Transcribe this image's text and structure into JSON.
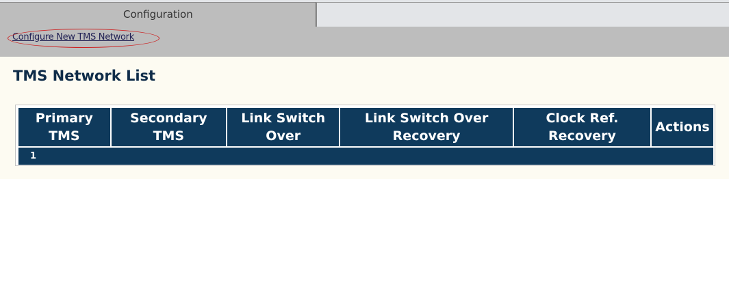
{
  "tabs": [
    {
      "label": "Configuration",
      "active": true
    }
  ],
  "subnav": {
    "configure_link": "Configure New TMS Network"
  },
  "page": {
    "title": "TMS Network List"
  },
  "table": {
    "columns": [
      "Primary TMS",
      "Secondary TMS",
      "Link Switch Over",
      "Link Switch Over Recovery",
      "Clock Ref. Recovery",
      "Actions"
    ],
    "rows": [
      {
        "index": "1"
      }
    ]
  },
  "colors": {
    "header_bg": "#0f3a5c",
    "content_bg": "#fdfbf2",
    "tab_bg": "#bdbdbd",
    "title_color": "#0f2c49",
    "highlight": "#cc2222"
  }
}
